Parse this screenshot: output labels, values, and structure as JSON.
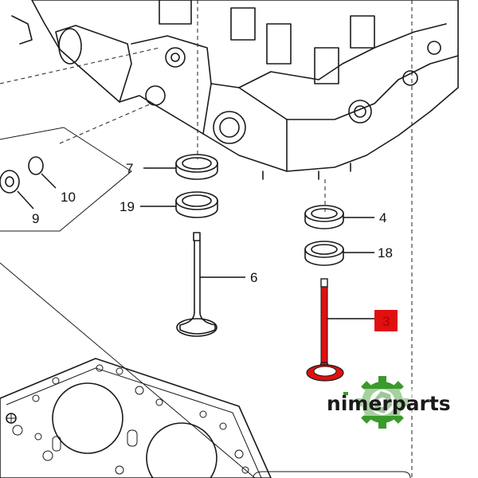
{
  "callouts": {
    "c7": "7",
    "c19": "19",
    "c10": "10",
    "c9": "9",
    "c6": "6",
    "c4": "4",
    "c18": "18",
    "highlight": "3"
  },
  "brand": {
    "part1": "n",
    "part2": "i",
    "part3": "merparts"
  },
  "colors": {
    "highlight": "#e01010",
    "brand_green": "#3a9a2a",
    "brand_dark": "#1a1a1a"
  }
}
